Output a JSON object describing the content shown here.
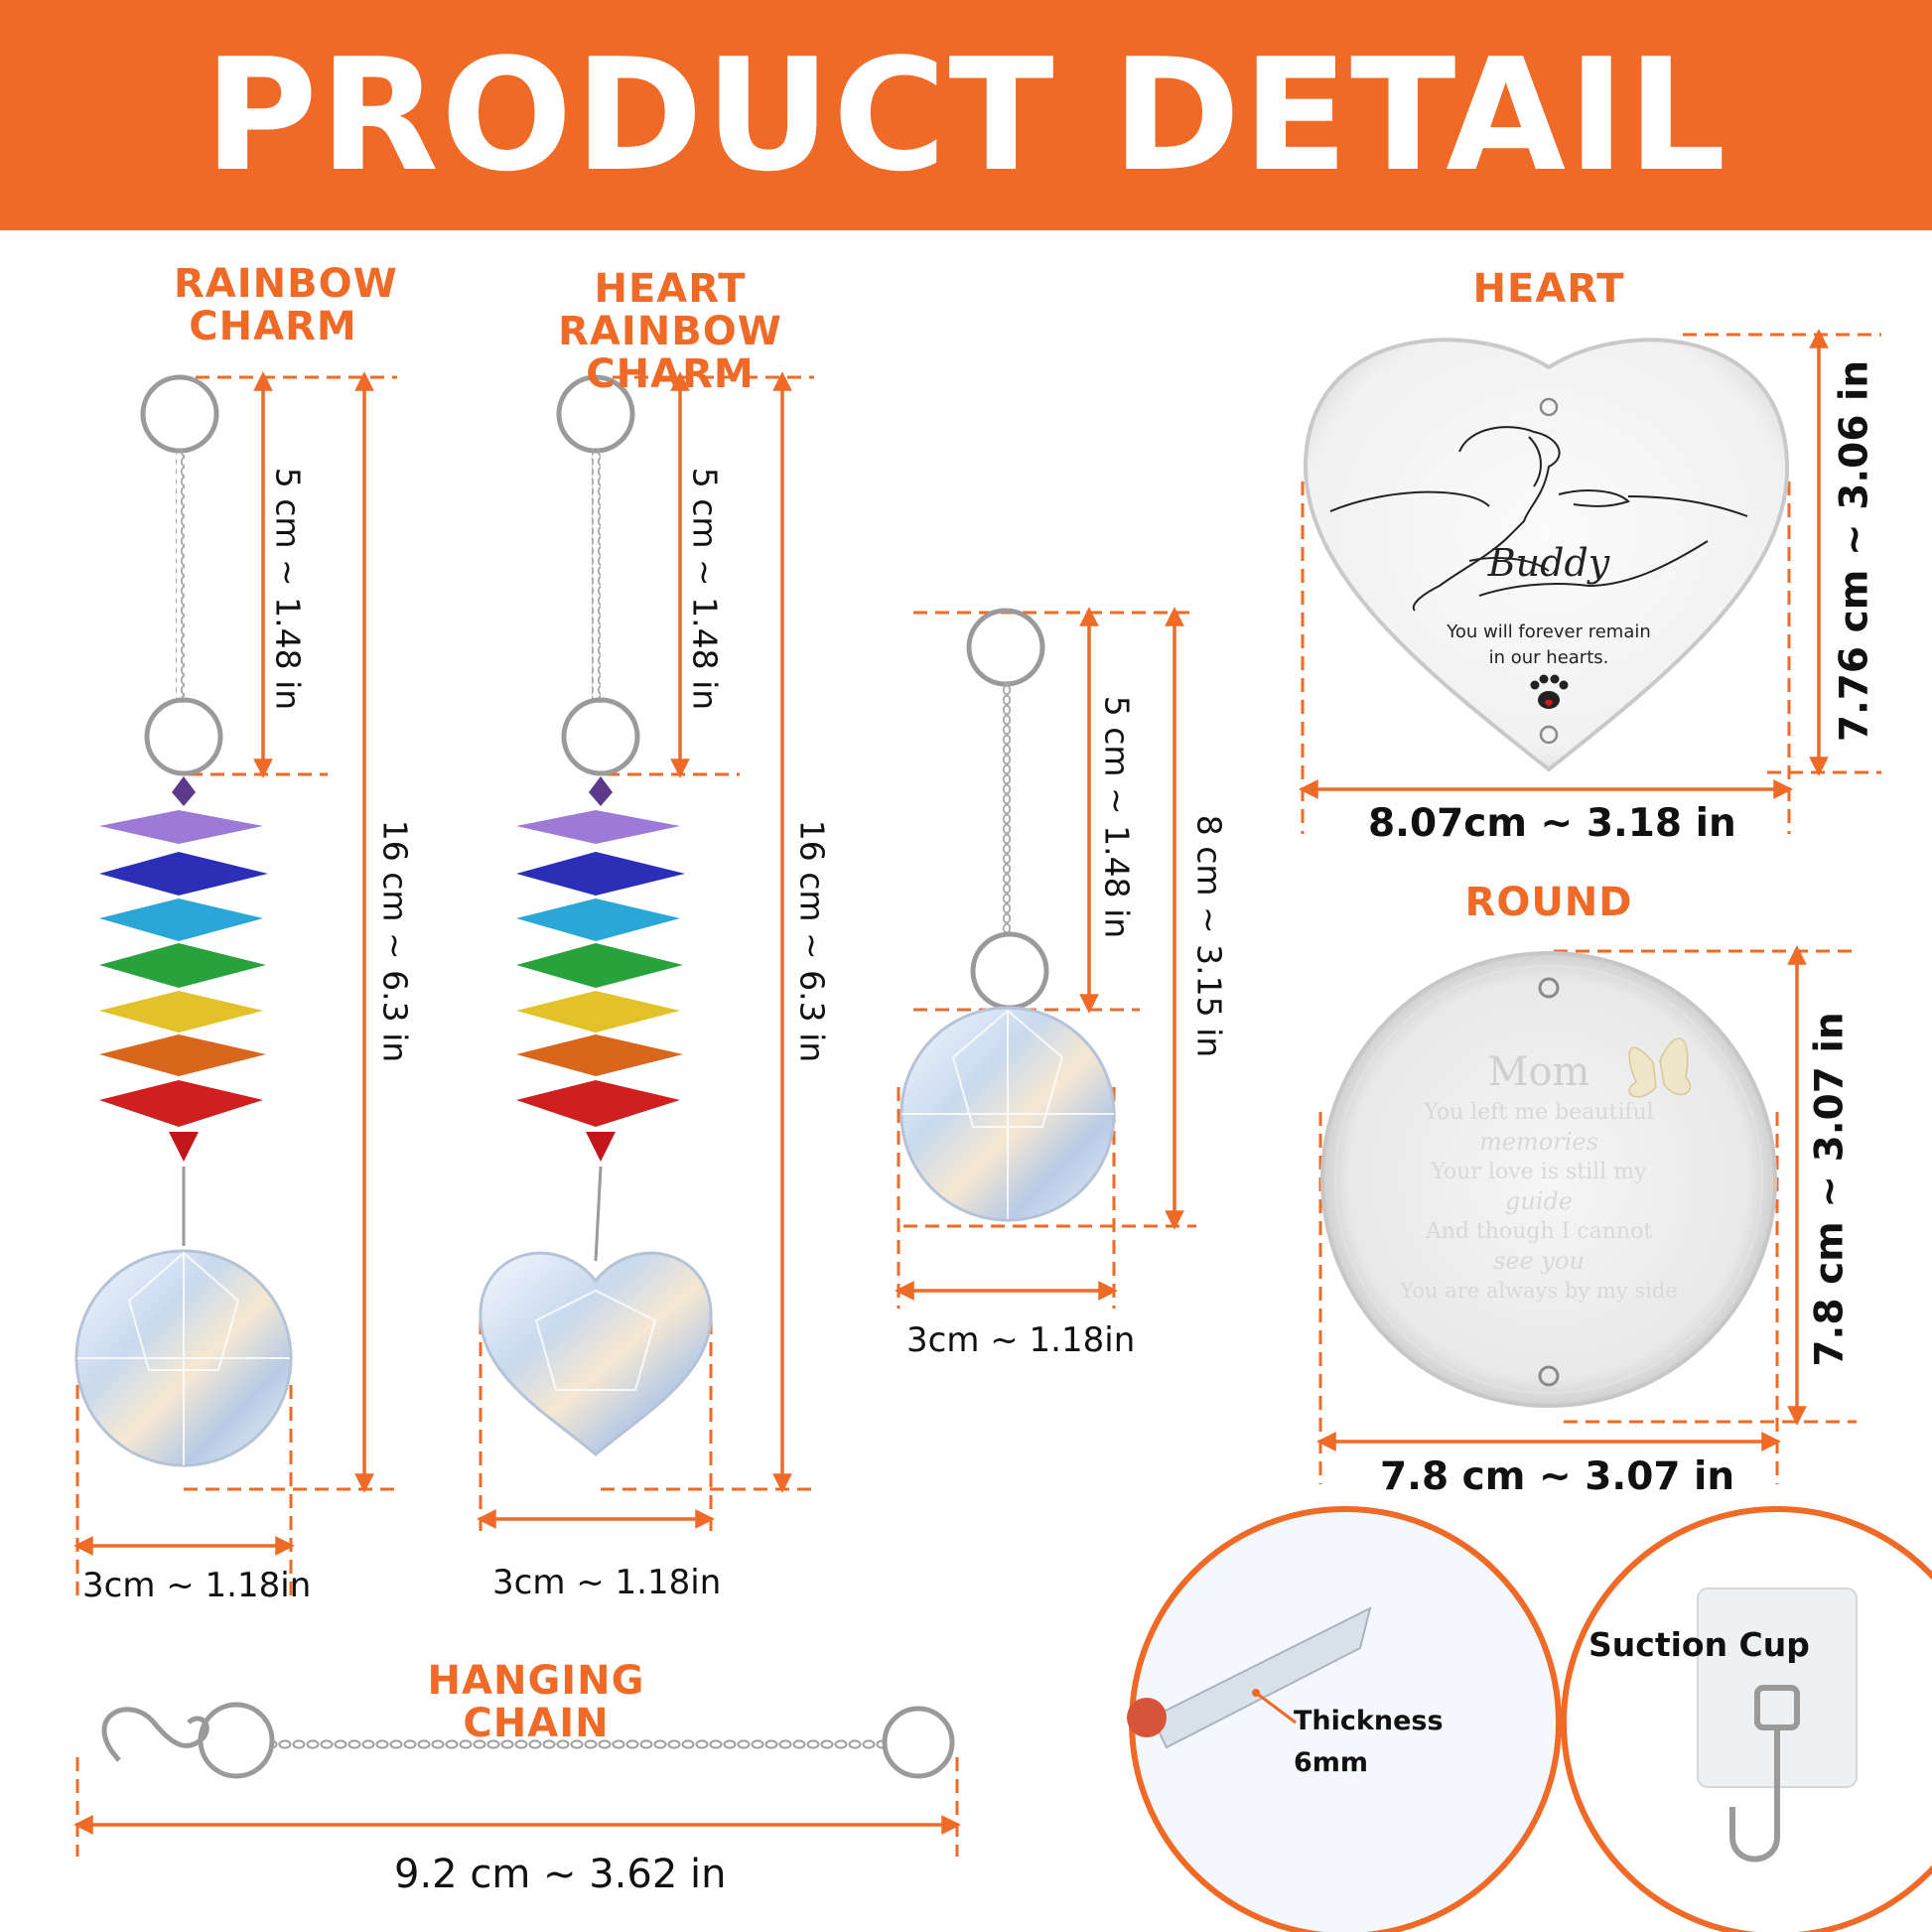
{
  "banner": {
    "title": "PRODUCT DETAIL"
  },
  "labels": {
    "rainbow_charm": [
      "RAINBOW",
      "CHARM"
    ],
    "heart_rainbow_charm": [
      "HEART",
      "RAINBOW CHARM"
    ],
    "heart": "HEART",
    "round": "ROUND",
    "hanging_chain": "HANGING CHAIN"
  },
  "rainbow_charm": {
    "top_length": "5 cm ~ 1.48 in",
    "total_length": "16 cm ~ 6.3 in",
    "width": "3cm ~ 1.18in"
  },
  "heart_rainbow_charm": {
    "top_length": "5 cm ~ 1.48 in",
    "total_length": "16 cm ~ 6.3 in",
    "width": "3cm ~ 1.18in"
  },
  "crystal_ball": {
    "top_length": "5 cm ~ 1.48 in",
    "total_length": "8 cm ~ 3.15 in",
    "width": "3cm ~ 1.18in"
  },
  "heart_plaque": {
    "name": "Buddy",
    "message_line1": "You will forever remain",
    "message_line2": "in our hearts.",
    "width": "8.07cm ~ 3.18 in",
    "height": "7.76 cm ~ 3.06 in"
  },
  "round_plaque": {
    "lines": [
      "Mom",
      "You left me beautiful",
      "memories",
      "Your love is still my",
      "guide",
      "And though I cannot",
      "see you",
      "You are always by my side"
    ],
    "width": "7.8 cm ~ 3.07 in",
    "height": "7.8 cm ~ 3.07 in"
  },
  "hanging_chain": {
    "length": "9.2 cm ~ 3.62 in"
  },
  "thickness": {
    "label": "Thickness",
    "value": "6mm"
  },
  "suction_cup": {
    "label": "Suction Cup"
  },
  "colors": {
    "accent": "#ee6a26",
    "text": "#111111",
    "chain": "#b8b8b8"
  },
  "icons": [
    "key-ring-icon",
    "paw-print-icon",
    "butterfly-icon",
    "s-hook-icon",
    "suction-hook-icon"
  ]
}
